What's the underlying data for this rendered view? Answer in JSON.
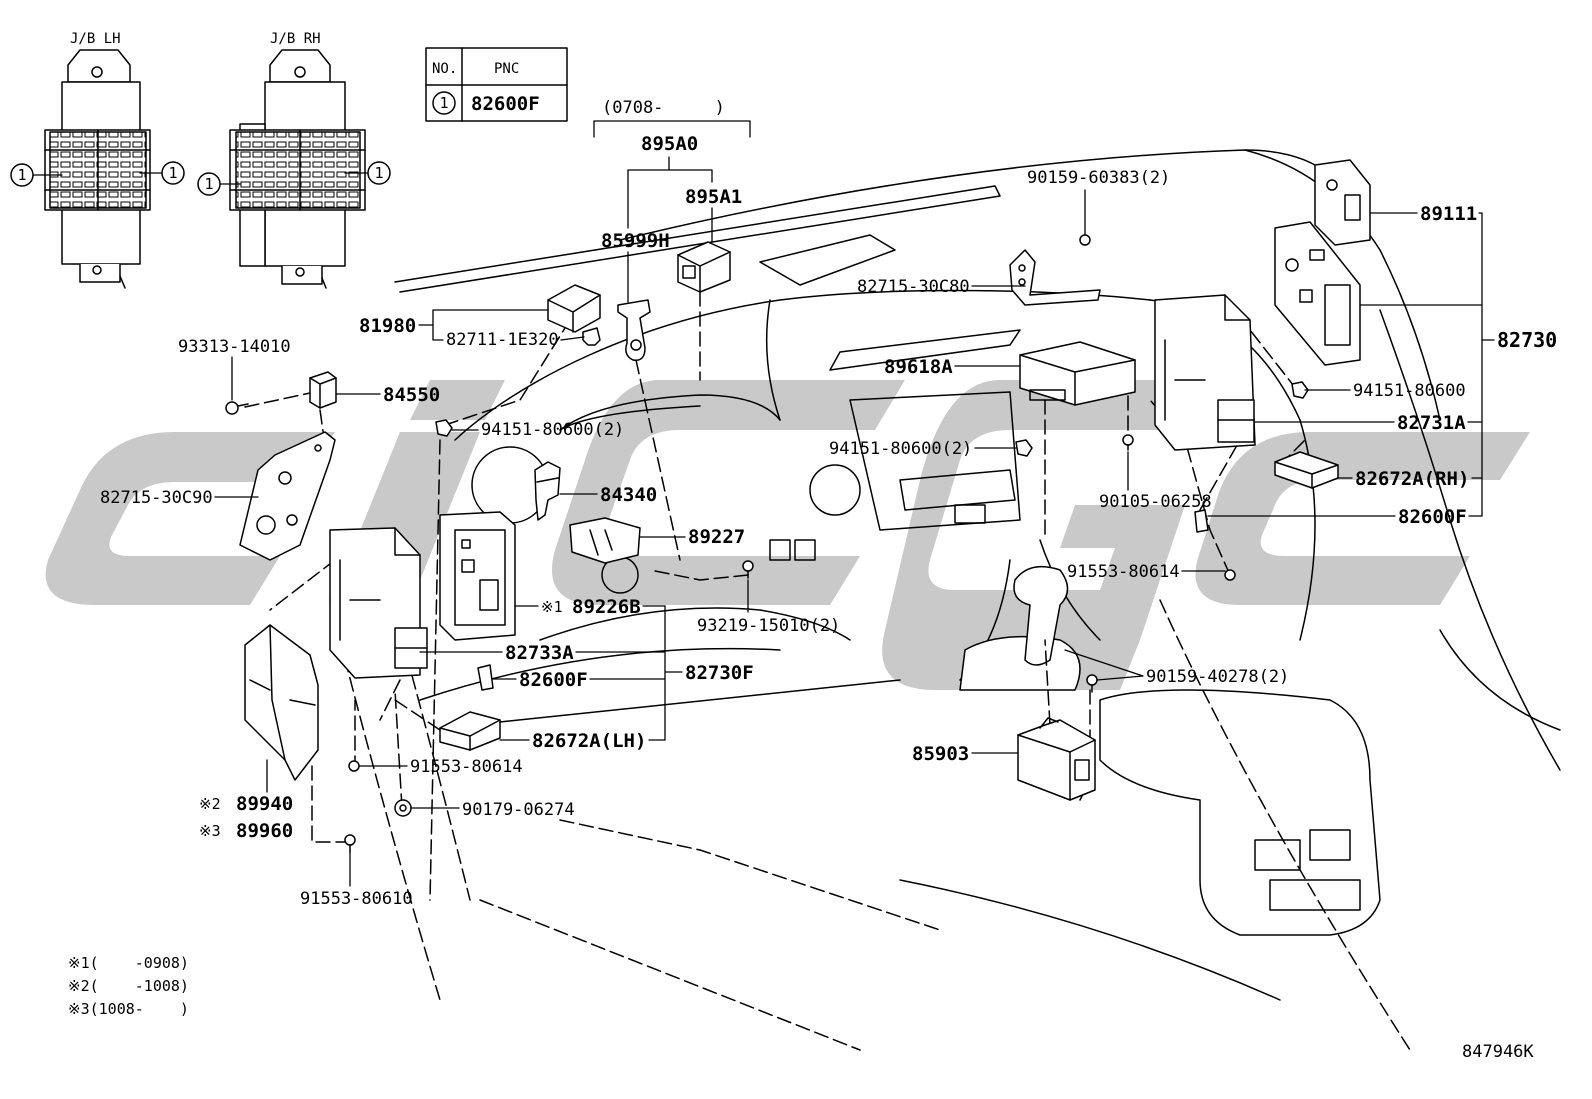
{
  "junction_boxes": {
    "lh_label": "J/B LH",
    "rh_label": "J/B RH",
    "callout": "1"
  },
  "pnc_table": {
    "header_no": "NO.",
    "header_pnc": "PNC",
    "rows": [
      {
        "no": "1",
        "pnc": "82600F"
      }
    ]
  },
  "date_range": "(0708-     )",
  "labels": {
    "relay_895A0": "895A0",
    "relay_895A1": "895A1",
    "bracket_85999H": "85999H",
    "relay_81980": "81980",
    "clip_82711": "82711-1E320",
    "screw_93313": "93313-14010",
    "part_84550": "84550",
    "nut_94151_lh": "94151-80600(2)",
    "bracket_82715_lh": "82715-30C90",
    "switch_84340": "84340",
    "part_89227": "89227",
    "ecu_89226B": "89226B",
    "screw_93219": "93219-15010(2)",
    "ecu_82733A": "82733A",
    "assy_82730F": "82730F",
    "clip_82600F_lh": "82600F",
    "tray_82672A_lh": "82672A(LH)",
    "screw_91553_lh": "91553-80614",
    "screw_90179": "90179-06274",
    "part_89940": "89940",
    "part_89960": "89960",
    "screw_91553_80610": "91553-80610",
    "screw_90159_60383": "90159-60383(2)",
    "bracket_82715_rh": "82715-30C80",
    "board_89111": "89111",
    "assy_82730": "82730",
    "part_89618A": "89618A",
    "nut_94151_rh": "94151-80600",
    "ecu_82731A": "82731A",
    "nut_94151_center": "94151-80600(2)",
    "tray_82672A_rh": "82672A(RH)",
    "screw_90105": "90105-06258",
    "clip_82600F_rh": "82600F",
    "screw_91553_rh": "91553-80614",
    "screw_90159_40278": "90159-40278(2)",
    "part_85903": "85903"
  },
  "marks": {
    "m1": "※1",
    "m2": "※2",
    "m3": "※3"
  },
  "footnotes": [
    "※1(    -0908)",
    "※2(    -1008)",
    "※3(1008-    )"
  ],
  "drawing_number": "847946K",
  "colors": {
    "line": "#000000",
    "watermark": "#c9c9c9",
    "background": "#ffffff"
  }
}
